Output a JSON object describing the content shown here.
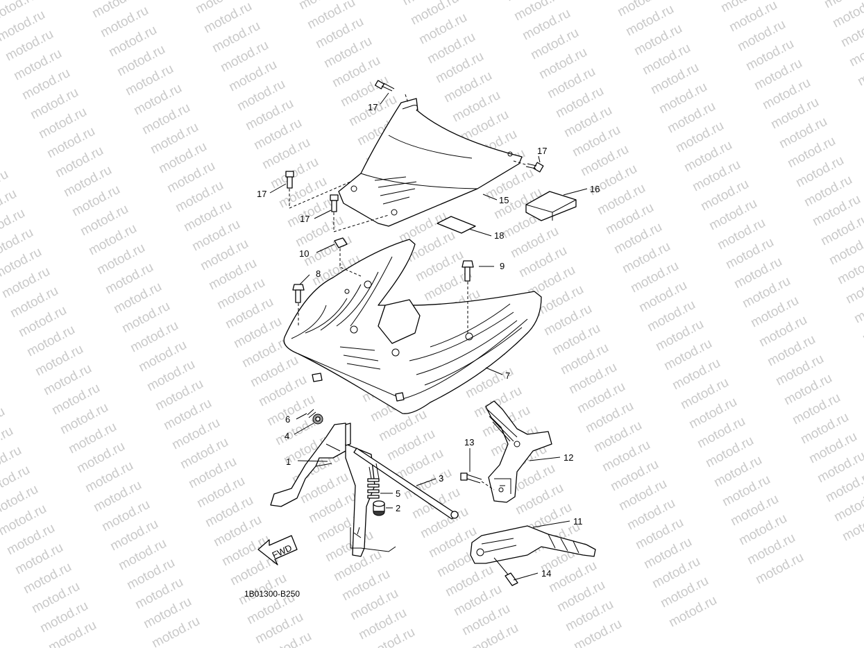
{
  "watermark": {
    "text": "motod.ru"
  },
  "drawing_code": "1B01300-B250",
  "fwd_arrow": {
    "label": "FWD"
  },
  "callouts": {
    "c1": "1",
    "c2": "2",
    "c3": "3",
    "c4": "4",
    "c5": "5",
    "c6": "6",
    "c7": "7",
    "c8": "8",
    "c9": "9",
    "c10": "10",
    "c11": "11",
    "c12": "12",
    "c13": "13",
    "c14": "14",
    "c15": "15",
    "c16": "16",
    "c17a": "17",
    "c17b": "17",
    "c17c": "17",
    "c17d": "17",
    "c18": "18"
  },
  "colors": {
    "line": "#000000",
    "watermark": "#c9c9c9",
    "background": "#ffffff"
  }
}
